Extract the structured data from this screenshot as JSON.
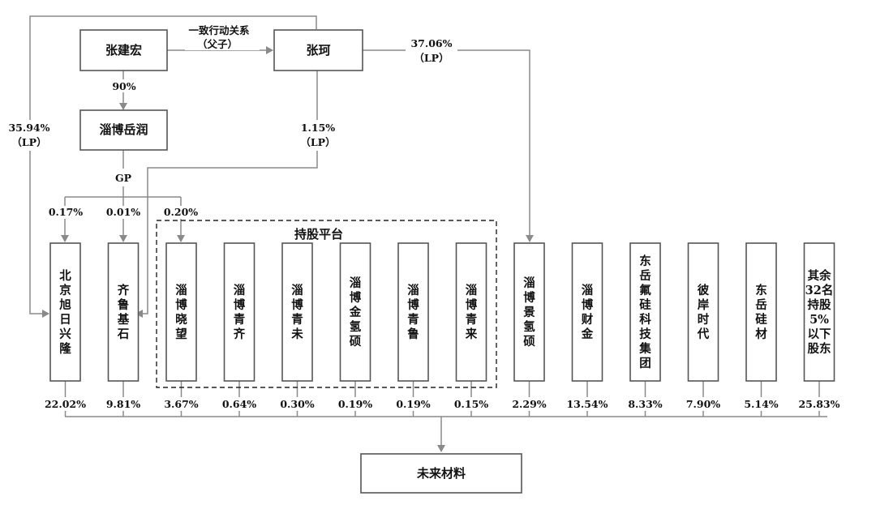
{
  "top": {
    "zhang_jianhong": "张建宏",
    "zhang_ke": "张珂",
    "zibo_yuerun": "淄博岳润",
    "concert_line1": "一致行动关系",
    "concert_line2": "（父子）"
  },
  "edges": {
    "jh_to_yuerun": "90%",
    "jh_lp_pct": "35.94%",
    "jh_lp_tag": "（LP）",
    "ke_lp1_pct": "1.15%",
    "ke_lp1_tag": "（LP）",
    "ke_lp2_pct": "37.06%",
    "ke_lp2_tag": "（LP）",
    "gp": "GP",
    "gp_pct_1": "0.17%",
    "gp_pct_2": "0.01%",
    "gp_pct_3": "0.20%"
  },
  "platform_label": "持股平台",
  "shareholders": [
    {
      "name": "北京旭日兴隆",
      "pct": "22.02%"
    },
    {
      "name": "齐鲁基石",
      "pct": "9.81%"
    },
    {
      "name": "淄博晓望",
      "pct": "3.67%"
    },
    {
      "name": "淄博青齐",
      "pct": "0.64%"
    },
    {
      "name": "淄博青未",
      "pct": "0.30%"
    },
    {
      "name": "淄博金氢硕",
      "pct": "0.19%"
    },
    {
      "name": "淄博青鲁",
      "pct": "0.19%"
    },
    {
      "name": "淄博青来",
      "pct": "0.15%"
    },
    {
      "name": "淄博景氢硕",
      "pct": "2.29%"
    },
    {
      "name": "淄博财金",
      "pct": "13.54%"
    },
    {
      "name": "东岳氟硅科技集团",
      "pct": "8.33%"
    },
    {
      "name": "彼岸时代",
      "pct": "7.90%"
    },
    {
      "name": "东岳硅材",
      "pct": "5.14%"
    },
    {
      "name": "其余32名持股5%以下股东",
      "pct": "25.83%"
    }
  ],
  "target": "未来材料"
}
